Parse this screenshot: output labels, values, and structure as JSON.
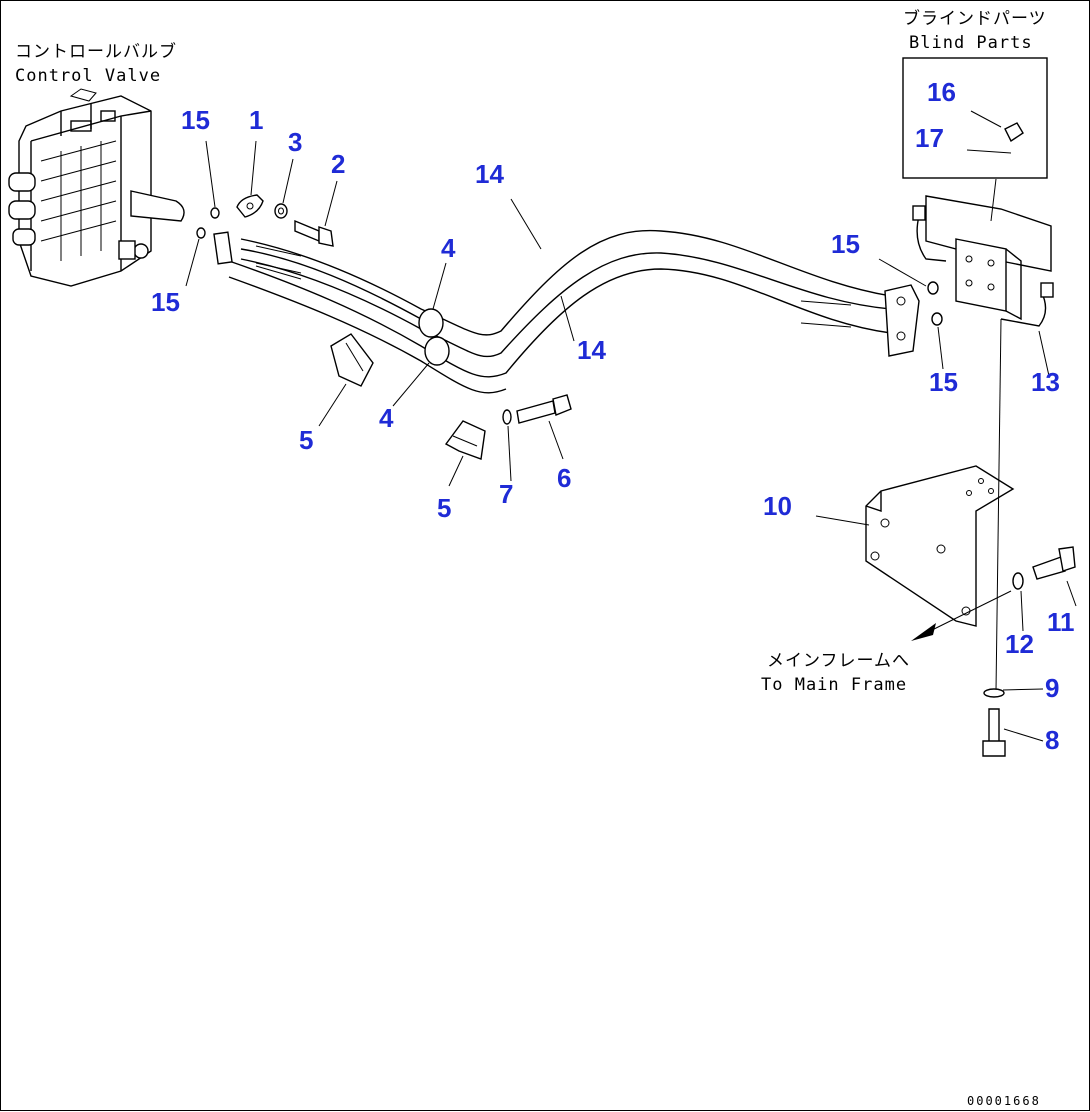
{
  "captions": {
    "control_valve_ja": "コントロールバルブ",
    "control_valve_en": "Control Valve",
    "blind_parts_ja": "ブラインドパーツ",
    "blind_parts_en": "Blind Parts",
    "main_frame_ja": "メインフレームへ",
    "main_frame_en": "To Main Frame"
  },
  "callouts": {
    "c1": "1",
    "c2": "2",
    "c3": "3",
    "c4a": "4",
    "c4b": "4",
    "c5a": "5",
    "c5b": "5",
    "c6": "6",
    "c7": "7",
    "c8": "8",
    "c9": "9",
    "c10": "10",
    "c11": "11",
    "c12": "12",
    "c13": "13",
    "c14a": "14",
    "c14b": "14",
    "c15a": "15",
    "c15b": "15",
    "c15c": "15",
    "c15d": "15",
    "c16": "16",
    "c17": "17"
  },
  "document_number": "00001668",
  "colors": {
    "callout": "#1f2bd6",
    "line": "#000000"
  }
}
